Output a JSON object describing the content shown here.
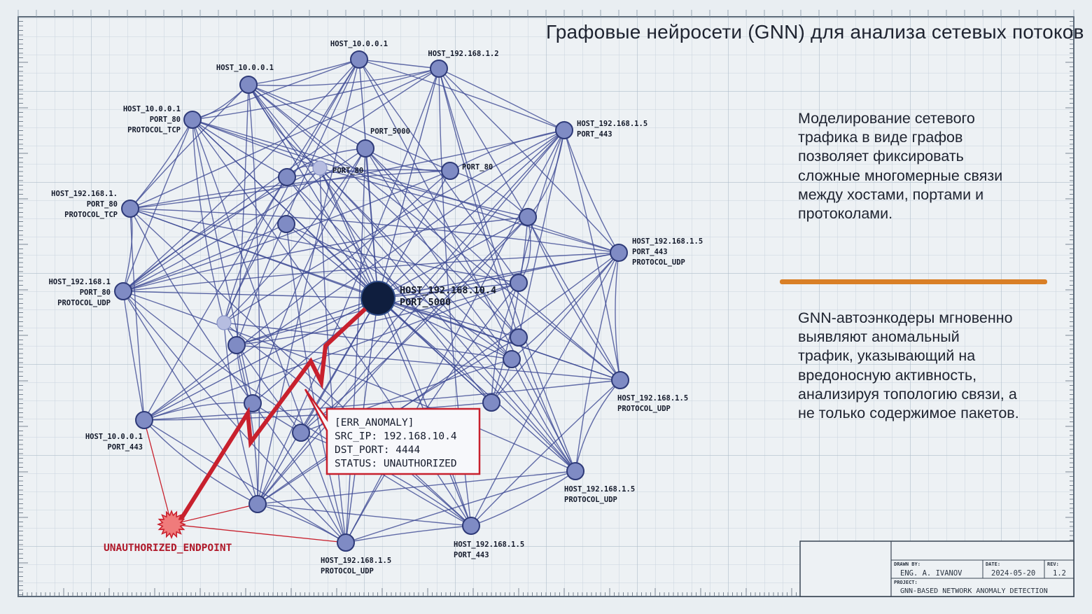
{
  "title": "Графовые нейросети (GNN) для анализа сетевых потоков",
  "paragraph1": [
    "Моделирование сетевого",
    "трафика в виде графов",
    "позволяет фиксировать",
    "сложные многомерные связи",
    "между хостами, портами и",
    "протоколами."
  ],
  "paragraph2": [
    "GNN-автоэнкодеры мгновенно",
    "выявляют аномальный",
    "трафик, указывающий на",
    "вредоносную активность,",
    "анализируя топологию связи, а",
    "не только содержимое пакетов."
  ],
  "colors": {
    "background": "#e9eef2",
    "grid": "#b8c6d2",
    "node": "#7f8bc4",
    "node_stroke": "#2e3a78",
    "edge": "#3d4a94",
    "center_node": "#0f1e3e",
    "anomaly": "#c8202d",
    "anomaly_node": "#f07b7b",
    "divider": "#d97f26"
  },
  "node_labels": [
    [
      "HOST_10.0.0.1"
    ],
    [
      "HOST_192.168.1.2"
    ],
    [
      "HOST_10.0.0.1"
    ],
    [
      "HOST_10.0.0.1",
      "PORT_80",
      "PROTOCOL_TCP"
    ],
    [
      "PORT_5000"
    ],
    [
      "PORT_80"
    ],
    [
      "PORT_80"
    ],
    [
      "HOST_192.168.1.5",
      "PORT_443"
    ],
    [
      "HOST_192.168.1.",
      "PORT_80",
      "PROTOCOL_TCP"
    ],
    [
      "HOST_192.168.1.5",
      "PORT_443",
      "PROTOCOL_UDP"
    ],
    [
      "HOST_192.168.1",
      "PORT_80",
      "PROTOCOL_UDP"
    ],
    [
      "HOST_192.168.10.4",
      "PORT_5000"
    ],
    [
      "HOST_192.168.1.5",
      "PROTOCOL_UDP"
    ],
    [
      "HOST_10.0.0.1",
      "PORT_443"
    ],
    [
      "HOST_192.168.1.5",
      "PROTOCOL_UDP"
    ],
    [
      "HOST_192.168.1.5",
      "PORT_443"
    ],
    [
      "HOST_192.168.1.5",
      "PROTOCOL_UDP"
    ]
  ],
  "anomaly_label": "UNAUTHORIZED_ENDPOINT",
  "alert": {
    "lines": [
      "[ERR_ANOMALY]",
      "SRC_IP: 192.168.10.4",
      "DST_PORT: 4444",
      "STATUS: UNAUTHORIZED"
    ]
  },
  "title_block": {
    "drawn_by_label": "DRAWN BY:",
    "drawn_by": "ENG. A. IVANOV",
    "date_label": "DATE:",
    "date": "2024-05-20",
    "rev_label": "REV:",
    "rev": "1.2",
    "project_label": "PROJECT:",
    "project": "GNN-BASED NETWORK ANOMALY DETECTION"
  }
}
